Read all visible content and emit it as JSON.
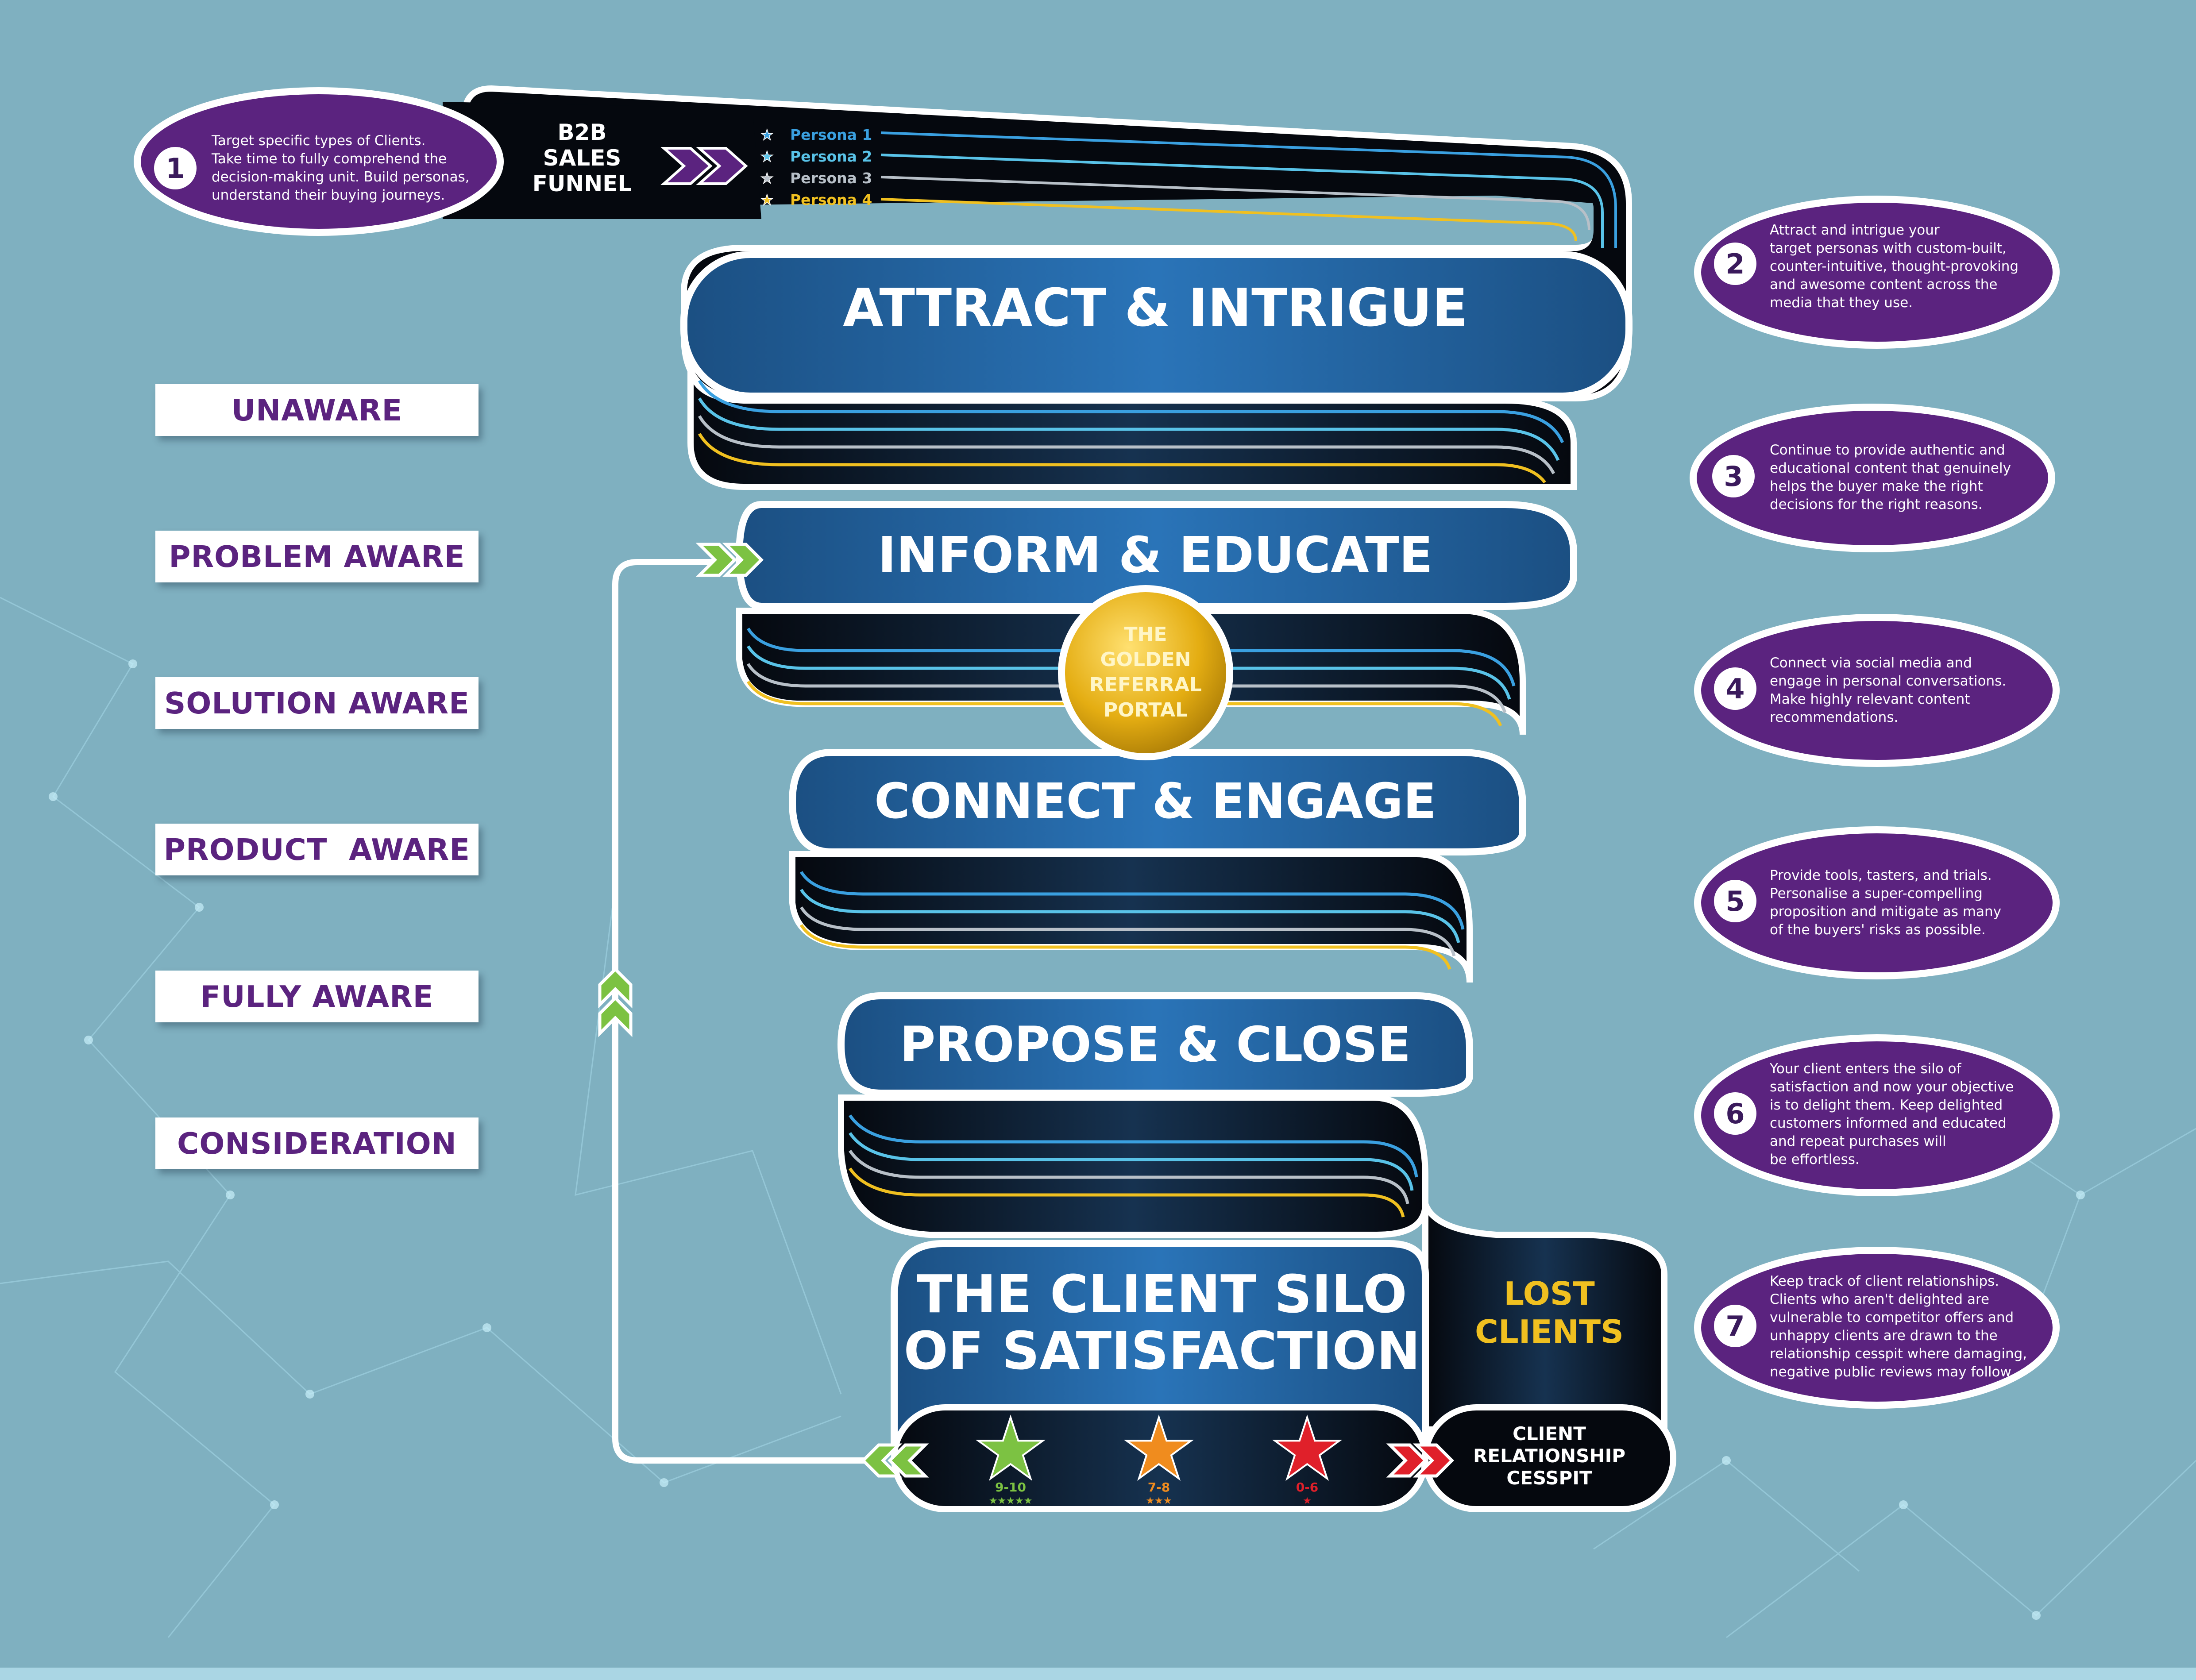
{
  "funnel": {
    "title_line1": "B2B",
    "title_line2": "SALES",
    "title_line3": "FUNNEL",
    "personas": [
      {
        "label": "Persona 1",
        "color": "#3aa0e0"
      },
      {
        "label": "Persona 2",
        "color": "#59c3e8"
      },
      {
        "label": "Persona 3",
        "color": "#b8c0c8"
      },
      {
        "label": "Persona 4",
        "color": "#f0c020"
      }
    ]
  },
  "stages": {
    "attract": "ATTRACT & INTRIGUE",
    "inform": "INFORM & EDUCATE",
    "connect": "CONNECT & ENGAGE",
    "propose": "PROPOSE & CLOSE",
    "silo_line1": "THE CLIENT SILO",
    "silo_line2": "OF SATISFACTION"
  },
  "portal": {
    "line1": "THE",
    "line2": "GOLDEN",
    "line3": "REFERRAL",
    "line4": "PORTAL"
  },
  "lost": {
    "line1": "LOST",
    "line2": "CLIENTS"
  },
  "cesspit": {
    "line1": "CLIENT",
    "line2": "RELATIONSHIP",
    "line3": "CESSPIT"
  },
  "ratings": [
    {
      "range": "9-10",
      "stars": "★★★★★",
      "color": "#7cc242"
    },
    {
      "range": "7-8",
      "stars": "★★★",
      "color": "#f08c1e"
    },
    {
      "range": "0-6",
      "stars": "★",
      "color": "#e0202a"
    }
  ],
  "awareness": [
    "UNAWARE",
    "PROBLEM AWARE",
    "SOLUTION AWARE",
    "PRODUCT  AWARE",
    "FULLY AWARE",
    "CONSIDERATION"
  ],
  "steps": [
    {
      "num": "1",
      "lines": [
        "Target specific types of Clients.",
        "Take time to fully comprehend the",
        "decision-making unit. Build personas,",
        "understand their buying journeys."
      ]
    },
    {
      "num": "2",
      "lines": [
        "Attract and intrigue your",
        "target personas with custom-built,",
        "counter-intuitive, thought-provoking",
        "and awesome content across the",
        "media that they use."
      ]
    },
    {
      "num": "3",
      "lines": [
        "Continue to provide authentic and",
        "educational content that genuinely",
        "helps the buyer make the right",
        "decisions for the right reasons."
      ]
    },
    {
      "num": "4",
      "lines": [
        "Connect via social media and",
        "engage in personal conversations.",
        "Make highly relevant content",
        "recommendations."
      ]
    },
    {
      "num": "5",
      "lines": [
        "Provide tools, tasters, and trials.",
        "Personalise a super-compelling",
        "proposition and mitigate as many",
        "of the buyers' risks as possible."
      ]
    },
    {
      "num": "6",
      "lines": [
        "Your client enters the silo of",
        "satisfaction and now your objective",
        "is to delight them. Keep delighted",
        "customers informed and educated",
        "and repeat purchases will",
        "be effortless."
      ]
    },
    {
      "num": "7",
      "lines": [
        "Keep track of client relationships.",
        "Clients who aren't delighted are",
        "vulnerable to competitor offers and",
        "unhappy clients are drawn to the",
        "relationship cesspit where damaging,",
        "negative public reviews may follow."
      ]
    }
  ],
  "colors": {
    "background": "#7fb0c0",
    "purple": "#5b237f",
    "ribbon_blue": "#1e5a8e",
    "dark": "#0b1420",
    "gold": "#f0c020",
    "green": "#7cc242",
    "red": "#e0202a"
  }
}
